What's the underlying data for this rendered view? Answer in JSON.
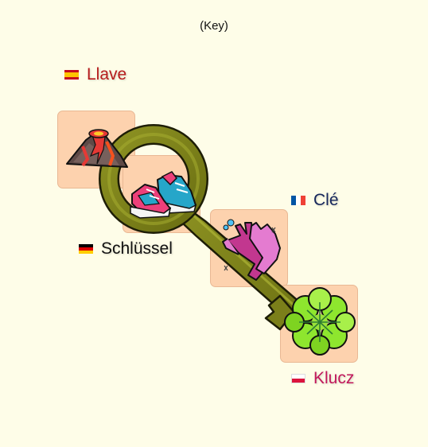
{
  "title": "(Key)",
  "translations": [
    {
      "language": "Spanish",
      "flag": "spain-flag-icon",
      "word": "Llave",
      "color": "#b71c1c"
    },
    {
      "language": "German",
      "flag": "germany-flag-icon",
      "word": "Schlüssel",
      "color": "#111111"
    },
    {
      "language": "French",
      "flag": "france-flag-icon",
      "word": "Clé",
      "color": "#16275c"
    },
    {
      "language": "Polish",
      "flag": "poland-flag-icon",
      "word": "Klucz",
      "color": "#c2185b"
    }
  ],
  "icons": [
    "volcano-icon",
    "sneakers-icon",
    "gloves-icon",
    "clover-icon",
    "key-icon"
  ],
  "colors": {
    "background": "#fefde8",
    "tile": "#fdd2ae",
    "key_body": "#7b7f1a",
    "key_highlight": "#a6ad2f"
  }
}
